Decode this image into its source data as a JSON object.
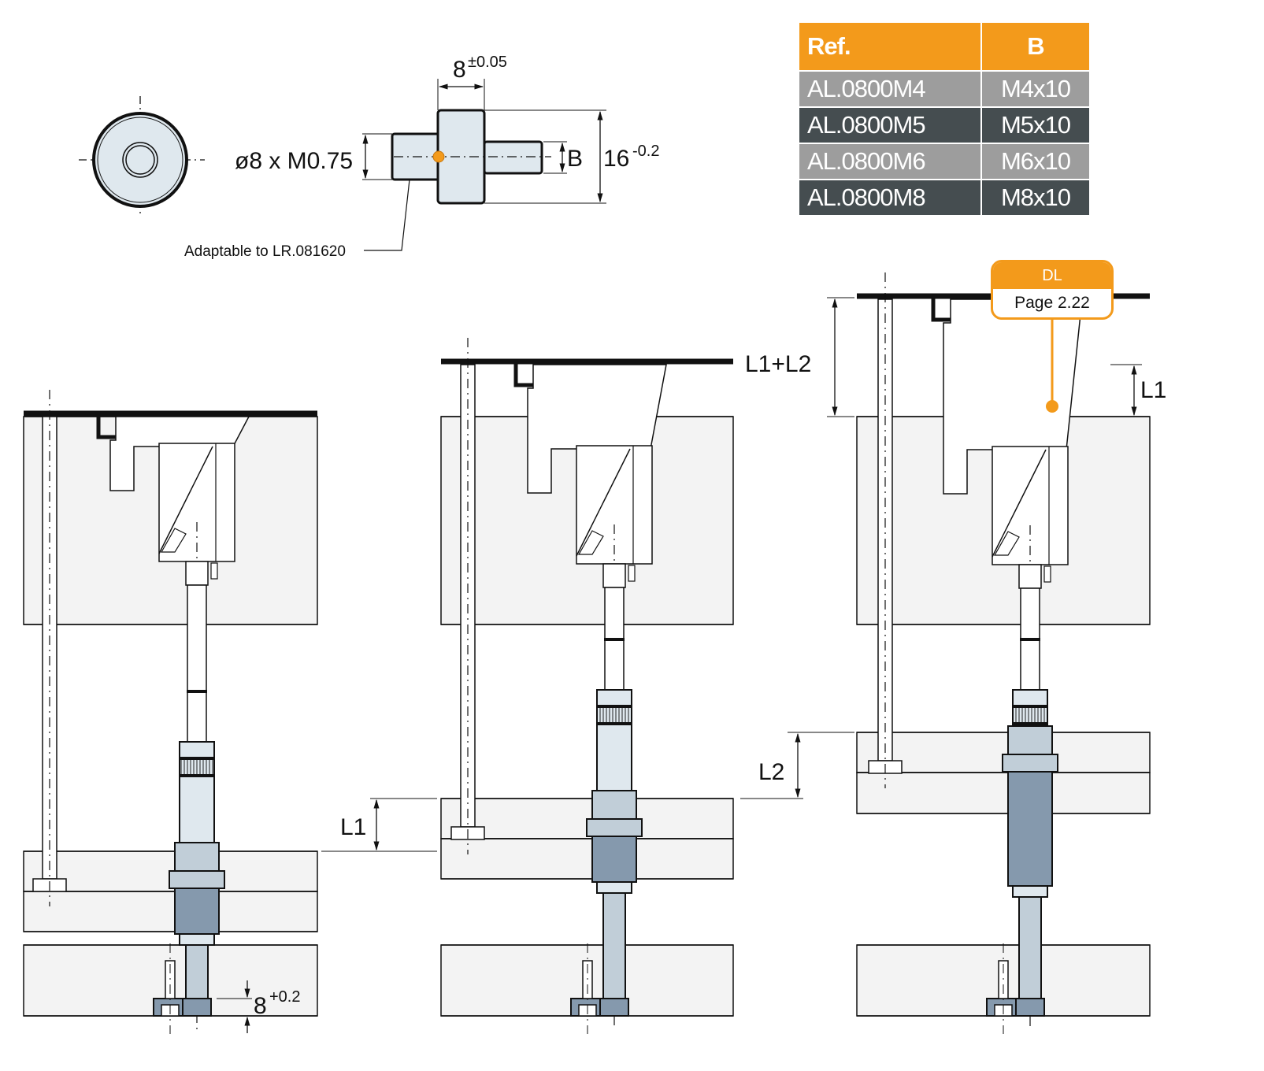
{
  "table": {
    "headers": [
      "Ref.",
      "B"
    ],
    "rows": [
      {
        "ref": "AL.0800M4",
        "b": "M4x10"
      },
      {
        "ref": "AL.0800M5",
        "b": "M5x10"
      },
      {
        "ref": "AL.0800M6",
        "b": "M6x10"
      },
      {
        "ref": "AL.0800M8",
        "b": "M8x10"
      }
    ],
    "colors": {
      "header": "#f39a1b",
      "row_light": "#9d9d9d",
      "row_dark": "#454d50"
    }
  },
  "part_drawing": {
    "thread_label": "ø8 x M0.75",
    "width_dim": "8",
    "width_tol": "±0.05",
    "b_label": "B",
    "height_dim": "16",
    "height_tol": "-0.2",
    "adaptable_note": "Adaptable to LR.081620"
  },
  "assemblies": {
    "left": {
      "l1_label": "L1",
      "depth_dim": "8",
      "depth_tol": "+0.2"
    },
    "middle": {
      "sum_label": "L1+L2"
    },
    "right": {
      "l1_label": "L1",
      "l2_label": "L2"
    }
  },
  "callout": {
    "title": "DL",
    "page": "Page 2.22"
  },
  "colors": {
    "accent": "#f39a1b",
    "part_light": "#dfe8ee",
    "part_mid": "#c1ced8",
    "part_dark": "#8599ad",
    "plate": "#f3f3f3"
  }
}
